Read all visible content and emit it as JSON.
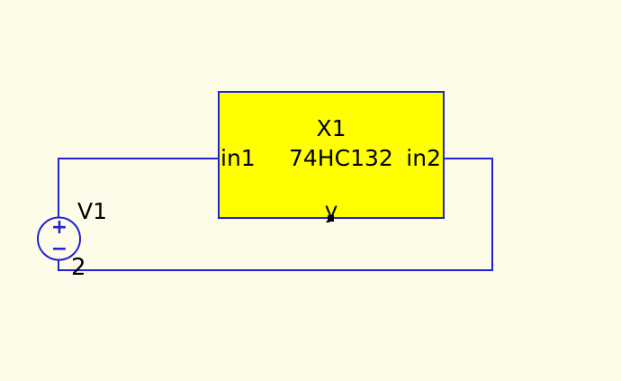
{
  "schematic": {
    "colors": {
      "background": "#fdfce8",
      "wire": "#2121d6",
      "component_fill": "#ffff00",
      "component_border": "#2121d6",
      "text": "#000000",
      "pin_marker": "#000000"
    },
    "component": {
      "designator": "X1",
      "part": "74HC132",
      "pins": {
        "left": "in1",
        "right": "in2",
        "bottom": "y"
      }
    },
    "source": {
      "designator": "V1",
      "value": "2",
      "plus_icon": "+",
      "minus_icon": "−"
    }
  }
}
